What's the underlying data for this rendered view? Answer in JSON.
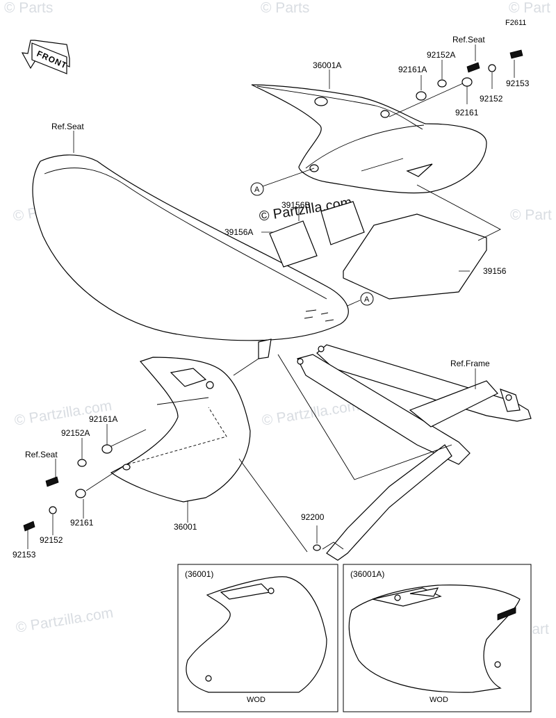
{
  "figure_code": "F2611",
  "watermarks": {
    "brand": "© Partzilla.com",
    "brand_short": "© Parts",
    "brand_right": "© Part"
  },
  "front_arrow": {
    "label": "FRONT"
  },
  "labels": {
    "ref_seat_top": "Ref.Seat",
    "part_92152A_top": "92152A",
    "part_92161A_top": "92161A",
    "part_36001A": "36001A",
    "part_92153_top": "92153",
    "part_92152_top": "92152",
    "part_92161_top": "92161",
    "ref_seat_left": "Ref.Seat",
    "ref_point_a": "A",
    "part_39156B": "39156B",
    "part_39156A": "39156A",
    "part_39156": "39156",
    "ref_frame": "Ref.Frame",
    "part_92161A_bottom": "92161A",
    "part_92152A_bottom": "92152A",
    "ref_seat_bottom": "Ref.Seat",
    "part_92161_bottom": "92161",
    "part_36001": "36001",
    "part_92152_bottom": "92152",
    "part_92153_bottom": "92153",
    "part_92200": "92200"
  },
  "insets": [
    {
      "title": "(36001)",
      "caption": "WOD"
    },
    {
      "title": "(36001A)",
      "caption": "WOD"
    }
  ]
}
